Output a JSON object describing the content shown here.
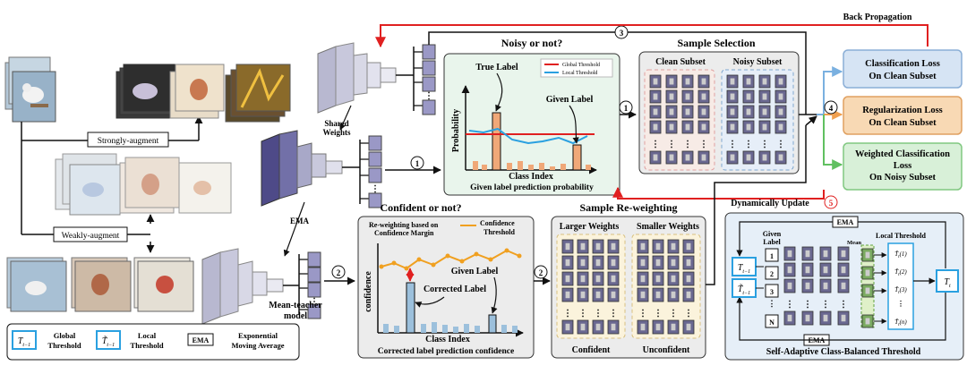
{
  "labels": {
    "strongly_augment": "Strongly-augment",
    "weakly_augment": "Weakly-augment",
    "shared_weights_1": "Shared",
    "shared_weights_2": "Weights",
    "ema": "EMA",
    "mean_teacher_1": "Mean-teacher",
    "mean_teacher_2": "model",
    "step1": "1",
    "step2": "2",
    "step3": "3",
    "step4": "4",
    "step5": "5",
    "noisy_title": "Noisy or not?",
    "true_label": "True Label",
    "given_label": "Given Label",
    "probability": "Probability",
    "class_index": "Class Index",
    "noisy_caption": "Given label prediction probability",
    "legend_global": "Global Threshold",
    "legend_local": "Local Threshold",
    "sample_selection": "Sample Selection",
    "clean_subset": "Clean Subset",
    "noisy_subset": "Noisy Subset",
    "back_propagation": "Back Propagation",
    "loss1_a": "Classification Loss",
    "loss1_b": "On Clean Subset",
    "loss2_a": "Regularization Loss",
    "loss2_b": "On Clean Subset",
    "loss3_a": "Weighted Classification",
    "loss3_b": "Loss",
    "loss3_c": "On Noisy Subset",
    "confident_title": "Confident or not?",
    "reweight_a": "Re-weighting based on",
    "reweight_b": "Confidence Margin",
    "conf_threshold_a": "Confidence",
    "conf_threshold_b": "Threshold",
    "corrected_label": "Corrected Label",
    "given_label_2": "Given Label",
    "confidence": "confidence",
    "class_index_2": "Class Index",
    "confident_caption": "Corrected label prediction confidence",
    "sample_reweighting": "Sample  Re-weighting",
    "larger_weights": "Larger Weights",
    "smaller_weights": "Smaller Weights",
    "confident": "Confident",
    "unconfident": "Unconfident",
    "dynamically_update": "Dynamically Update",
    "given_label_box_a": "Given",
    "given_label_box_b": "Label",
    "local_threshold": "Local Threshold",
    "mean": "Mean",
    "ema_top": "EMA",
    "ema_bottom": "EMA",
    "adaptive_caption": "Self-Adaptive Class-Balanced Threshold",
    "n1": "1",
    "n2": "2",
    "n3": "3",
    "nN": "N",
    "leg_global_a": "Global",
    "leg_global_b": "Threshold",
    "leg_local_a": "Local",
    "leg_local_b": "Threshold",
    "leg_ema_box": "EMA",
    "leg_ema_a": "Exponential",
    "leg_ema_b": "Moving Average"
  },
  "colors": {
    "red": "#e02020",
    "blue_box": "#d6e4f4",
    "orange_box": "#f8d9b4",
    "green_box": "#d8f0d8",
    "panel_green": "#e9f5ec",
    "panel_gray": "#ececec",
    "adaptive_bg": "#e6eff8",
    "bar": "#f0a878",
    "bar_blue": "#9cc0dc",
    "local_line": "#2aa0e0",
    "conf_line": "#f0a020"
  }
}
